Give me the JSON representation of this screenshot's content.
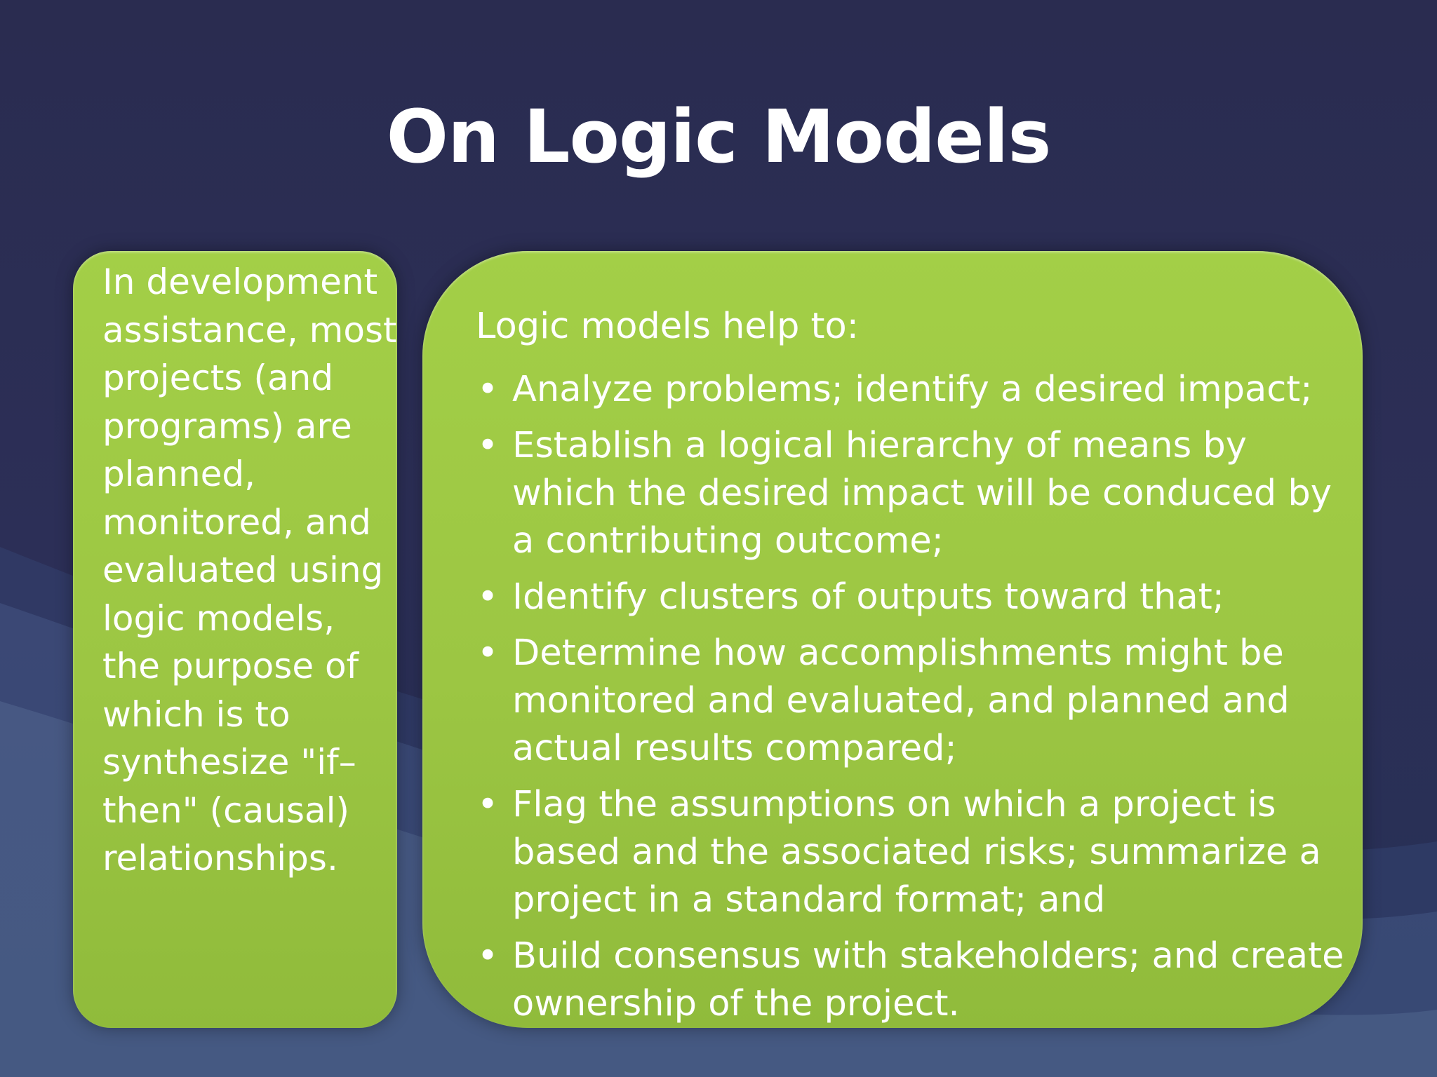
{
  "slide": {
    "title": "On Logic Models",
    "left_panel": {
      "text": "In development assistance, most projects (and programs) are planned, monitored, and evaluated using logic models, the purpose of which is to synthesize \"if–then\" (causal) relationships."
    },
    "right_panel": {
      "intro": "Logic models help to:",
      "items": [
        "Analyze problems; identify a desired impact;",
        "Establish a logical hierarchy of means by which the desired impact will be conduced by a contributing outcome;",
        "Identify clusters of outputs toward that;",
        "Determine how accomplishments might be monitored and evaluated, and planned and actual results compared;",
        "Flag the assumptions on which a project is based and the associated risks; summarize a project in a standard format; and",
        "Build consensus with stakeholders; and create ownership of the project."
      ]
    }
  },
  "colors": {
    "background": "#2b2d52",
    "panel_green": "#9cc643",
    "text": "#ffffff"
  },
  "icons": {
    "bullet": "bullet-dot-icon"
  }
}
